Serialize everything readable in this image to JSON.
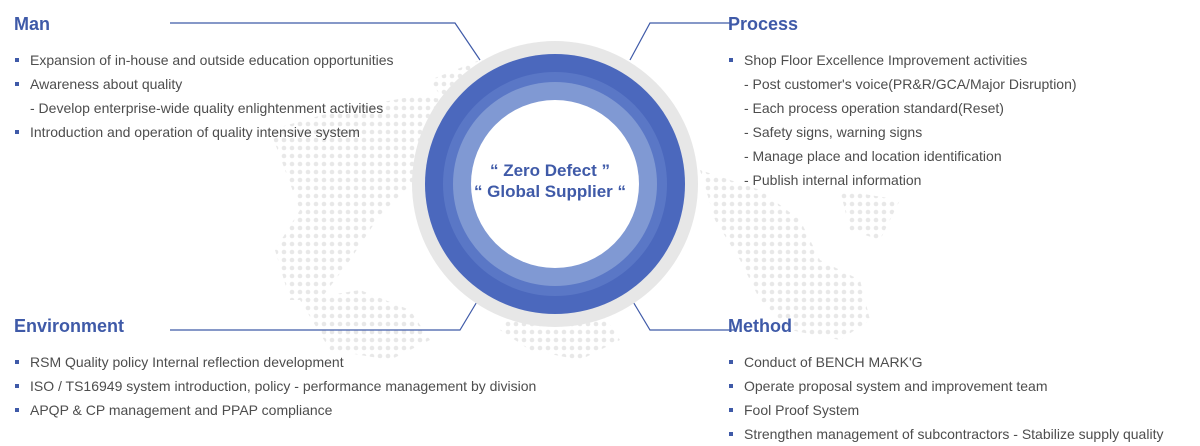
{
  "center": {
    "line1": "“ Zero Defect ”",
    "line2": "“ Global Supplier “"
  },
  "man": {
    "title": "Man",
    "items": [
      {
        "text": "Expansion of in-house and outside education opportunities",
        "type": "bullet"
      },
      {
        "text": "Awareness about quality",
        "type": "bullet"
      },
      {
        "text": "- Develop enterprise-wide quality enlightenment activities",
        "type": "sub"
      },
      {
        "text": "Introduction and operation of quality intensive system",
        "type": "bullet"
      }
    ]
  },
  "process": {
    "title": "Process",
    "items": [
      {
        "text": "Shop Floor Excellence Improvement activities",
        "type": "bullet"
      },
      {
        "text": "- Post customer's voice(PR&R/GCA/Major Disruption)",
        "type": "sub"
      },
      {
        "text": "- Each process operation standard(Reset)",
        "type": "sub"
      },
      {
        "text": "- Safety signs, warning signs",
        "type": "sub"
      },
      {
        "text": "- Manage place and location identification",
        "type": "sub"
      },
      {
        "text": "- Publish internal information",
        "type": "sub"
      }
    ]
  },
  "environment": {
    "title": "Environment",
    "items": [
      {
        "text": "RSM Quality policy Internal reflection development",
        "type": "bullet"
      },
      {
        "text": "ISO / TS16949 system introduction, policy - performance management by division",
        "type": "bullet"
      },
      {
        "text": "APQP & CP management and PPAP compliance",
        "type": "bullet"
      }
    ]
  },
  "method": {
    "title": "Method",
    "items": [
      {
        "text": "Conduct of BENCH MARK'G",
        "type": "bullet"
      },
      {
        "text": "Operate proposal system and improvement team",
        "type": "bullet"
      },
      {
        "text": "Fool Proof System",
        "type": "bullet"
      },
      {
        "text": "Strengthen management of subcontractors - Stabilize supply quality",
        "type": "bullet"
      }
    ]
  },
  "colors": {
    "accent": "#3f5aa8",
    "ring_outer": "#4b69bd",
    "ring_inner": "#7f98d3",
    "halo": "#e6e6e6",
    "map_dots": "#e9e9e9"
  }
}
